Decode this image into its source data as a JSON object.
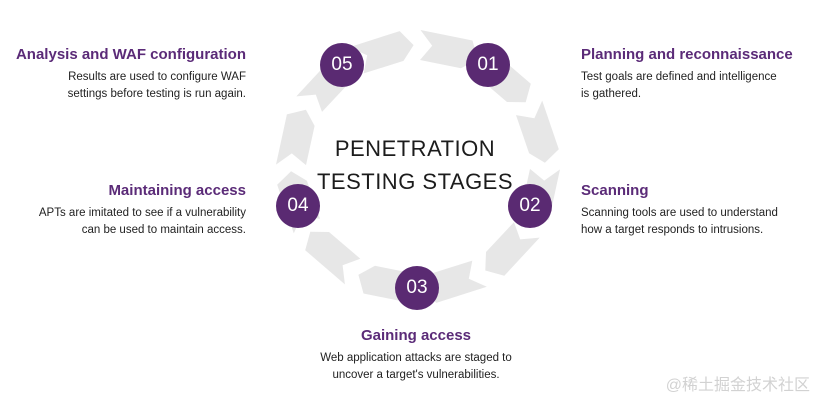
{
  "center": {
    "line1": "PENETRATION",
    "line2": "TESTING STAGES"
  },
  "stages": [
    {
      "number": "01",
      "title": "Planning and reconnaissance",
      "desc_line1": "Test goals are defined and intelligence",
      "desc_line2": "is gathered."
    },
    {
      "number": "02",
      "title": "Scanning",
      "desc_line1": "Scanning tools are used to understand",
      "desc_line2": "how a target responds to intrusions."
    },
    {
      "number": "03",
      "title": "Gaining access",
      "desc_line1": "Web application attacks are staged to",
      "desc_line2": "uncover a target's vulnerabilities."
    },
    {
      "number": "04",
      "title": "Maintaining access",
      "desc_line1": "APTs are imitated to see if a vulnerability",
      "desc_line2": "can be used to maintain access."
    },
    {
      "number": "05",
      "title": "Analysis and WAF configuration",
      "desc_line1": "Results are used to configure WAF",
      "desc_line2": "settings before testing is run again."
    }
  ],
  "watermark": "@稀土掘金技术社区",
  "colors": {
    "accent": "#5b2b78",
    "badge": "#5a2a72",
    "ring": "#e6e6e6"
  }
}
